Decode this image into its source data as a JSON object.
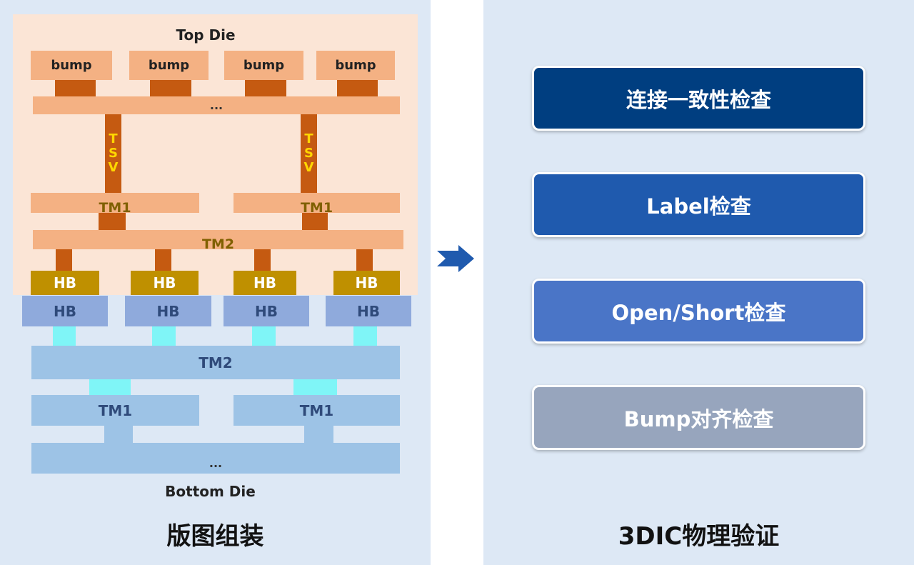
{
  "left_panel": {
    "top_die_label": "Top Die",
    "bump_labels": [
      "bump",
      "bump",
      "bump",
      "bump"
    ],
    "ellipsis_top": "...",
    "tsv_letters": [
      "T",
      "S",
      "V"
    ],
    "top_tm1_label": "TM1",
    "top_tm2_label": "TM2",
    "hb_label": "HB",
    "bottom_tm2_label": "TM2",
    "bottom_tm1_label": "TM1",
    "ellipsis_bottom": "...",
    "bottom_die_label": "Bottom Die",
    "caption": "版图组装"
  },
  "arrow_icon": "arrow-right-icon",
  "right_panel": {
    "checks": [
      {
        "label": "连接一致性检查",
        "color": "#003e80"
      },
      {
        "label": "Label检查",
        "color": "#1f5aae"
      },
      {
        "label": "Open/Short检查",
        "color": "#4a75c7"
      },
      {
        "label": "Bump对齐检查",
        "color": "#97a5bd"
      }
    ],
    "caption": "3DIC物理验证"
  },
  "colors": {
    "panel_bg": "#dde8f5",
    "top_die_bg": "#fbe5d6",
    "orange": "#f4b183",
    "dark_orange": "#c55a11",
    "gold": "#bf9000",
    "hb_blue": "#8faadc",
    "light_blue": "#9dc3e6",
    "cyan": "#7ff5f7",
    "arrow": "#1f5aae"
  }
}
